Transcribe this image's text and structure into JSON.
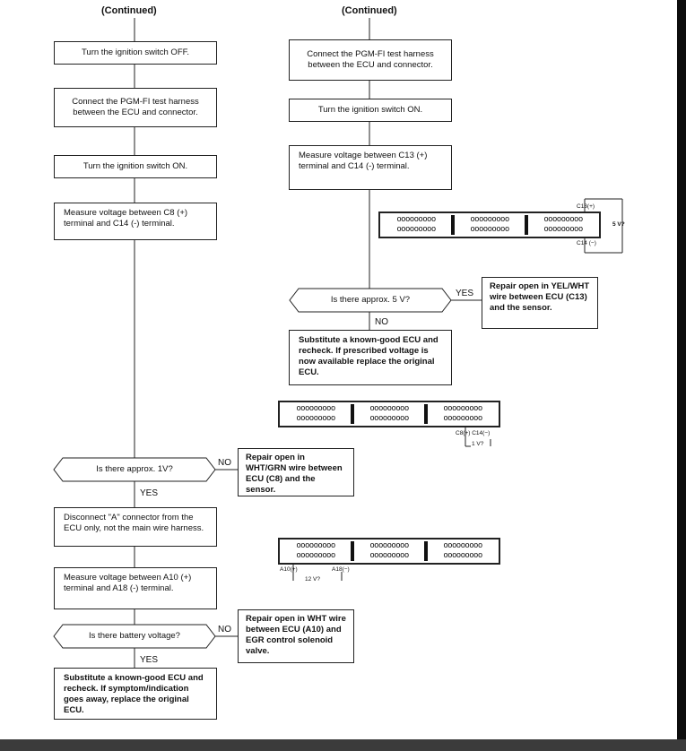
{
  "headers": {
    "left": "(Continued)",
    "right": "(Continued)"
  },
  "left": {
    "step1": "Turn the ignition switch OFF.",
    "step2": "Connect the PGM-FI test harness between the ECU and connector.",
    "step3": "Turn the ignition switch ON.",
    "step4": "Measure voltage between C8 (+) terminal and C14 (-) terminal.",
    "q1": "Is there approx. 1V?",
    "q1_no": "NO",
    "q1_yes": "YES",
    "q1_no_result": "Repair open in WHT/GRN wire between ECU (C8) and the sensor.",
    "step5": "Disconnect \"A\" connector from the ECU only, not the main wire harness.",
    "step6": "Measure voltage between A10 (+) terminal and A18 (-) terminal.",
    "q2": "Is there battery voltage?",
    "q2_no": "NO",
    "q2_yes": "YES",
    "q2_no_result": "Repair open in WHT wire between ECU (A10) and EGR control solenoid valve.",
    "final": "Substitute a known-good ECU and recheck. If symptom/indication goes away, replace the original ECU."
  },
  "right": {
    "step1": "Connect the PGM-FI test harness between the ECU and connector.",
    "step2": "Turn the ignition switch ON.",
    "step3": "Measure voltage between C13 (+) terminal and C14 (-) terminal.",
    "q1": "Is there approx. 5 V?",
    "q1_yes": "YES",
    "q1_no": "NO",
    "q1_yes_result": "Repair open in YEL/WHT wire between ECU (C13) and the sensor.",
    "q1_no_result": "Substitute a known-good ECU and recheck. If prescribed voltage is now available replace the original ECU."
  },
  "connectors": {
    "c1": {
      "pins": "ooooooooo",
      "label_pos": "C13(+)",
      "label_neg": "C14 (−)",
      "voltage": "5 V?"
    },
    "c2": {
      "pins": "ooooooooo",
      "label": "C8(+) C14(−)",
      "voltage": "1 V?"
    },
    "c3": {
      "pins": "ooooooooo",
      "label_pos": "A10(+)",
      "label_neg": "A18(−)",
      "voltage": "12 V?"
    }
  }
}
